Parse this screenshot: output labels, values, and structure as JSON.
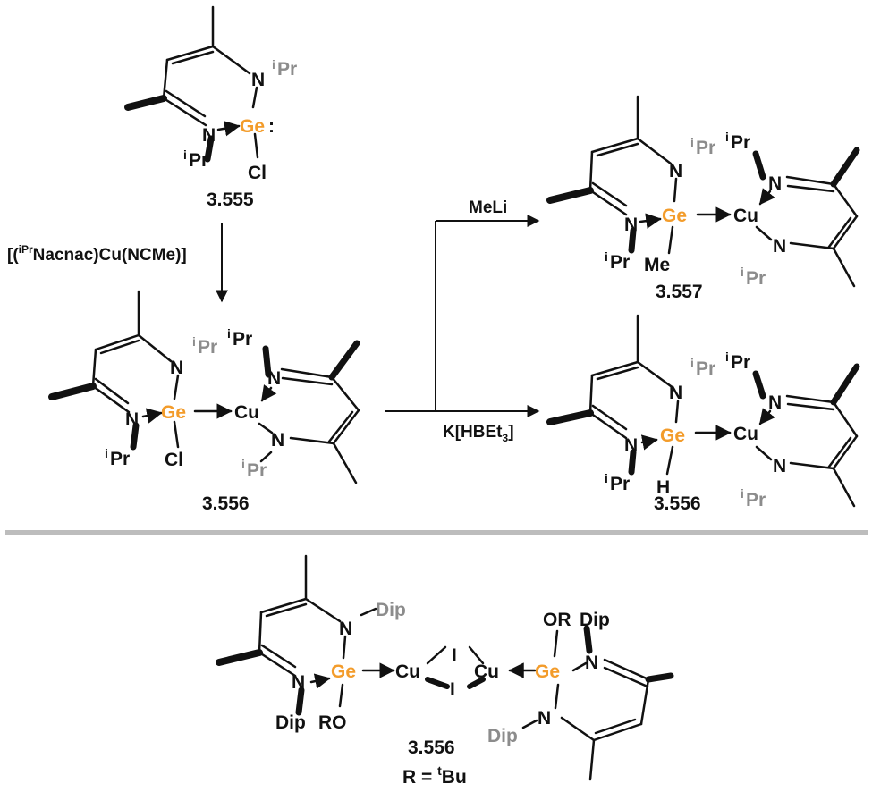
{
  "colors": {
    "bond": "#111111",
    "germanium": "#f39c2b",
    "substituent": "#8c8c8c",
    "divider": "#bdbdbd"
  },
  "labels": {
    "N": "N",
    "Ge": "Ge",
    "Cu": "Cu",
    "Cl": "Cl",
    "I": "I",
    "H": "H",
    "Me": "Me",
    "iPr_sup": "i",
    "iPr": "Pr",
    "Dip": "Dip",
    "RO": "RO",
    "OR": "OR",
    "lone_pair": ":"
  },
  "compounds": {
    "c555": "3.555",
    "c556a": "3.556",
    "c557": "3.557",
    "c556b": "3.556",
    "c556c": "3.556"
  },
  "reagents": {
    "nacnac_open": "[(",
    "nacnac_sup": "iPr",
    "nacnac_rest": "Nacnac)Cu(NCMe)]",
    "meli": "MeLi",
    "khbet3_pre": "K[HBEt",
    "khbet3_sub": "3",
    "khbet3_post": "]"
  },
  "footnote": {
    "prefix": "R = ",
    "sup": "t",
    "main": "Bu"
  }
}
